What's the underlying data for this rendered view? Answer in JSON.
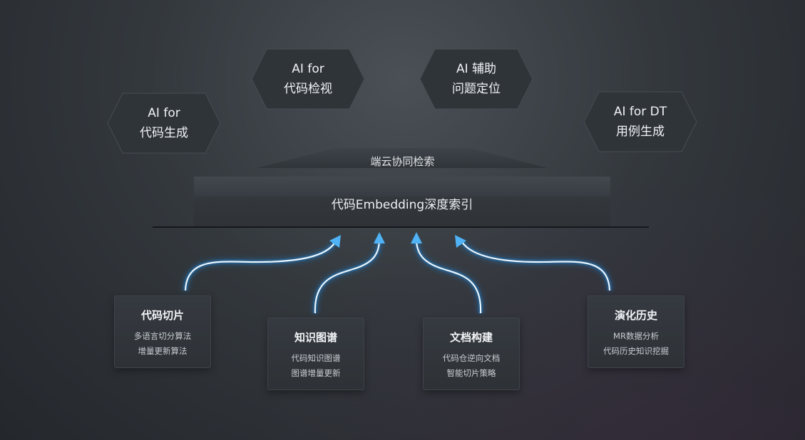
{
  "top_hexagons": [
    {
      "line1": "AI for",
      "line2": "代码生成"
    },
    {
      "line1": "AI for",
      "line2": "代码检视"
    },
    {
      "line1": "AI 辅助",
      "line2": "问题定位"
    },
    {
      "line1": "AI for DT",
      "line2": "用例生成"
    }
  ],
  "cloud_retrieval": "端云协同检索",
  "index_title": "代码Embedding深度索引",
  "source_cards": [
    {
      "title": "代码切片",
      "lines": [
        "多语言切分算法",
        "增量更新算法"
      ]
    },
    {
      "title": "知识图谱",
      "lines": [
        "代码知识图谱",
        "图谱增量更新"
      ]
    },
    {
      "title": "文档构建",
      "lines": [
        "代码仓逆向文档",
        "智能切片策略"
      ]
    },
    {
      "title": "演化历史",
      "lines": [
        "MR数据分析",
        "代码历史知识挖掘"
      ]
    }
  ],
  "colors": {
    "arrow": "#4fb3f5",
    "arrow_glow": "#1e7fd0",
    "hex_fill": "#2f3439",
    "hex_stroke": "#474d53"
  }
}
